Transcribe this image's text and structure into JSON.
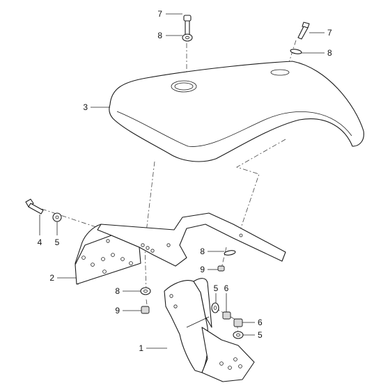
{
  "callouts": {
    "c7_top": "7",
    "c8_top": "8",
    "c7_right": "7",
    "c8_right": "8",
    "c3": "3",
    "c4": "4",
    "c5_left": "5",
    "c2": "2",
    "c8_mid": "8",
    "c9_mid": "9",
    "c8_low": "8",
    "c9_low": "9",
    "c5_mid": "5",
    "c6_mid": "6",
    "c6_right": "6",
    "c5_right": "5",
    "c1": "1"
  }
}
